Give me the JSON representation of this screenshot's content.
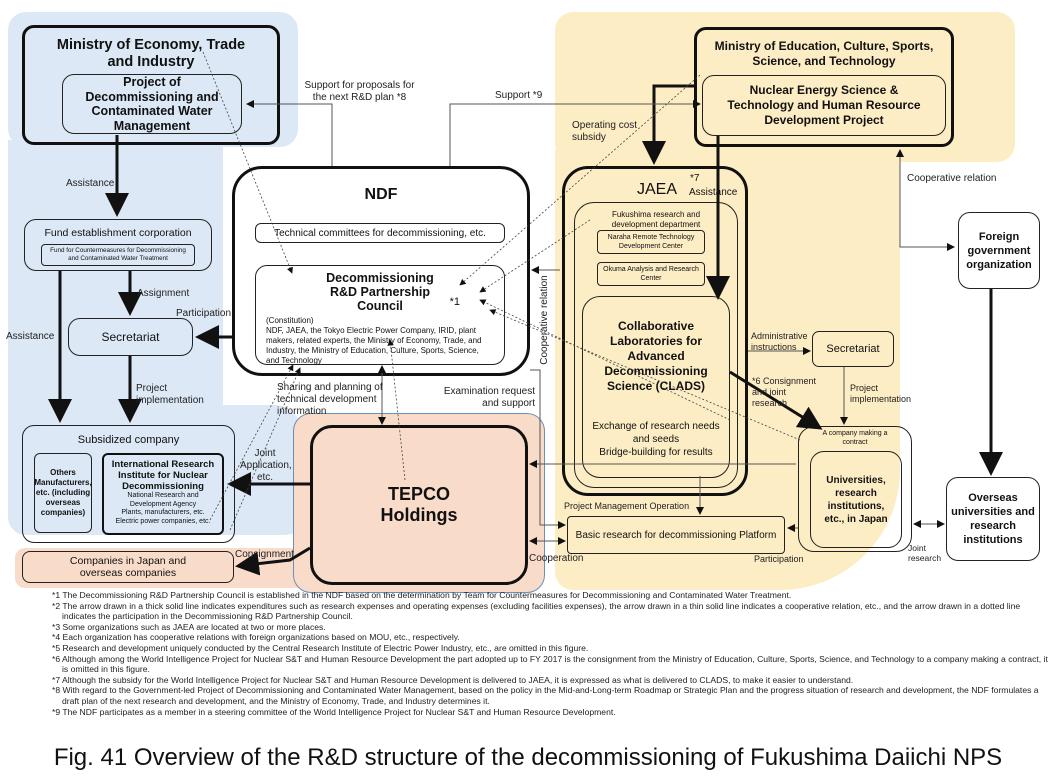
{
  "meti": {
    "title": "Ministry of Economy, Trade and Industry",
    "project": "Project of Decommissioning and Contaminated Water Management"
  },
  "fund": {
    "title": "Fund establishment corporation",
    "sub": "Fund for Countermeasures for Decommissioning and Contaminated Water Treatment"
  },
  "secretariat_left": "Secretariat",
  "subsidized": {
    "title": "Subsidized company",
    "others": "Others Manufacturers, etc. (including overseas companies)",
    "irid_title": "International Research Institute for Nuclear Decommissioning",
    "irid_members": [
      "National Research and",
      "Development Agency",
      "Plants, manufacturers, etc.",
      "Electric power companies, etc."
    ]
  },
  "companies_japan": "Companies in Japan and overseas companies",
  "ndf": {
    "title": "NDF",
    "committees": "Technical committees for decommissioning, etc.",
    "council_title": "Decommissioning R&D Partnership Council",
    "council_note": "*1",
    "constitution_label": "(Constitution)",
    "constitution": "NDF, JAEA, the Tokyo Electric Power Company, IRID, plant makers, related experts, the Ministry of Economy, Trade, and Industry, the Ministry of Education, Culture, Sports, Science, and Technology"
  },
  "tepco": "TEPCO Holdings",
  "mext": {
    "title": "Ministry of Education, Culture, Sports, Science, and Technology",
    "project": "Nuclear Energy Science & Technology and Human Resource Development Project"
  },
  "jaea": {
    "title": "JAEA",
    "note": "*7",
    "dept": "Fukushima research and development department",
    "naraha": "Naraha Remote Technology Development Center",
    "okuma": "Okuma Analysis and Research Center",
    "clads": "Collaborative Laboratories for Advanced Decommissioning Science (CLADS)",
    "clads_desc": [
      "Exchange of research needs",
      "and seeds",
      "Bridge-building for results"
    ]
  },
  "secretariat_right": "Secretariat",
  "company_contract": "A company making a contract",
  "universities": "Universities, research institutions, etc., in Japan",
  "platform": "Basic research for decommissioning Platform",
  "foreign_gov": "Foreign government organization",
  "overseas": "Overseas universities and research institutions",
  "labels": {
    "assistance1": "Assistance",
    "assistance2": "Assistance",
    "assignment": "Assignment",
    "participation1": "Participation",
    "project_impl1": "Project implementation",
    "support_proposals": "Support for proposals for the next R&D plan *8",
    "support9": "Support *9",
    "operating_cost": "Operating cost subsidy",
    "assistance_jaea": "Assistance",
    "cooperative_relation_v": "Cooperative relation",
    "cooperative_relation": "Cooperative relation",
    "sharing": "Sharing and planning of technical development information",
    "exam_request": "Examination request and support",
    "joint_app": "Joint Application, etc.",
    "consignment": "Consignment",
    "cooperation": "Cooperation",
    "pmo": "Project Management Operation",
    "admin_instr": "Administrative instructions",
    "consign_joint": "*6 Consignment and joint research",
    "project_impl2": "Project implementation",
    "participation2": "Participation",
    "joint_research": "Joint research"
  },
  "notes": [
    "*1 The Decommissioning R&D Partnership Council is established in the NDF based on the determination by Team for Countermeasures for Decommissioning and Contaminated Water Treatment.",
    "*2 The arrow drawn in a thick solid line indicates expenditures such as research expenses and operating expenses (excluding facilities expenses), the arrow drawn in a thin solid line indicates a cooperative relation, etc., and the arrow drawn in a dotted line indicates the participation in the Decommissioning R&D Partnership Council.",
    "*3 Some organizations such as JAEA are located at two or more places.",
    "*4 Each organization has cooperative relations with foreign organizations based on MOU, etc., respectively.",
    "*5 Research and development uniquely conducted by the Central Research Institute of Electric Power Industry, etc., are omitted in this figure.",
    "*6 Although among the World Intelligence Project for Nuclear S&T and Human Resource Development the part adopted up to FY 2017 is the consignment from the Ministry of Education, Culture, Sports, Science, and Technology to a company making a contract, it is omitted in this figure.",
    "*7 Although the subsidy for the World Intelligence Project for Nuclear S&T and Human Resource Development is delivered to JAEA, it is expressed as what is delivered to CLADS, to make it easier to understand.",
    "*8 With regard to the Government-led Project of Decommissioning and Contaminated Water Management, based on the policy in the Mid-and-Long-term Roadmap or Strategic Plan and the progress situation of research and development, the NDF formulates a draft plan of the next research and development, and the Ministry of Economy, Trade, and Industry determines it.",
    "*9 The NDF participates as a member in a steering committee of the World Intelligence Project for Nuclear S&T and Human Resource Development."
  ],
  "caption": "Fig. 41 Overview of the R&D structure of the decommissioning of Fukushima Daiichi NPS"
}
